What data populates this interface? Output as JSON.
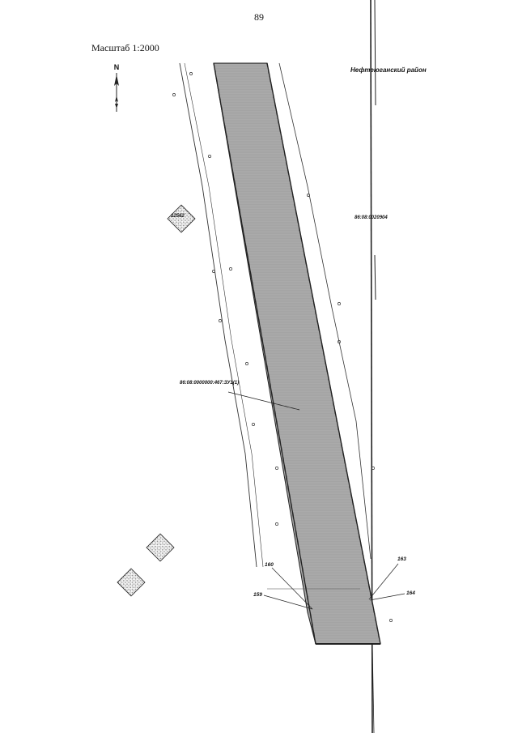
{
  "page_number": "89",
  "scale": "Масштаб 1:2000",
  "north": "N",
  "region": "Нефтеюганский район",
  "cadastral_quarter": "86:08:0020904",
  "parcel": "86:08:0000000:467:ЗУ1(1)",
  "building": "12562",
  "points": {
    "p160": "160",
    "p159": "159",
    "p163": "163",
    "p164": "164"
  },
  "colors": {
    "line": "#222222",
    "hatch": "#888888",
    "paper": "#ffffff"
  }
}
